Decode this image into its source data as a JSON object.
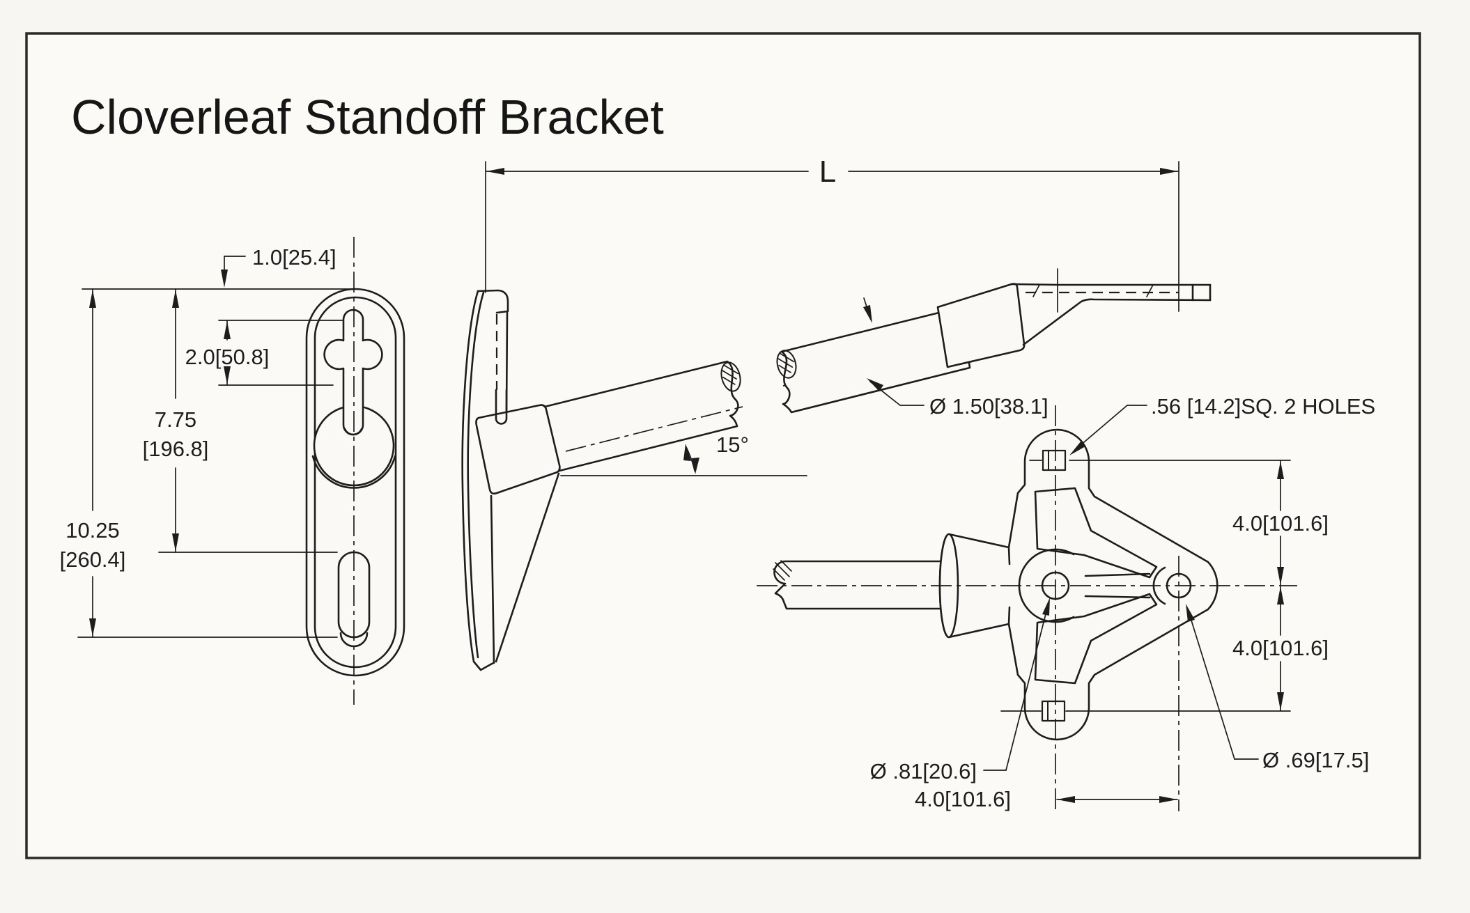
{
  "title": "Cloverleaf Standoff Bracket",
  "annotations": {
    "top_offset": "1.0[25.4]",
    "keyhole_span": "2.0[50.8]",
    "slot_distance_in": "7.75",
    "slot_distance_mm": "[196.8]",
    "overall_height_in": "10.25",
    "overall_height_mm": "[260.4]",
    "length_label": "L",
    "bend_angle": "15°",
    "rod_diameter": "Ø 1.50[38.1]",
    "square_holes": ".56 [14.2]SQ. 2 HOLES",
    "hole_spacing_upper": "4.0[101.6]",
    "hole_spacing_lower": "4.0[101.6]",
    "hole_spacing_horizontal": "4.0[101.6]",
    "center_hole_diameter": "Ø .81[20.6]",
    "offset_hole_diameter": "Ø .69[17.5]"
  },
  "colors": {
    "line": "#1d1d1d",
    "paper": "#f7f6f2"
  }
}
